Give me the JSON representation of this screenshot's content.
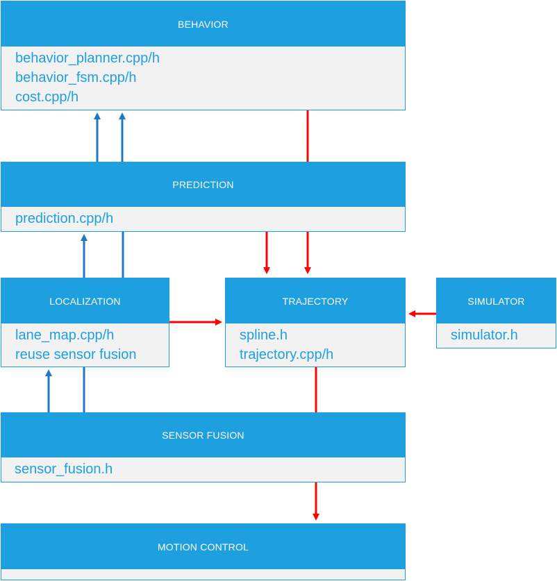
{
  "colors": {
    "header_bg": "#1E9FE0",
    "body_bg": "#F2F2F2",
    "body_text": "#1E9FE0",
    "blue_arrow": "#1F78C4",
    "red_arrow": "#FF0000"
  },
  "behavior": {
    "title": "BEHAVIOR",
    "files": [
      "behavior_planner.cpp/h",
      "behavior_fsm.cpp/h",
      "cost.cpp/h"
    ]
  },
  "prediction": {
    "title": "PREDICTION",
    "files": [
      "prediction.cpp/h"
    ]
  },
  "localization": {
    "title": "LOCALIZATION",
    "files": [
      "lane_map.cpp/h",
      "reuse sensor fusion"
    ]
  },
  "trajectory": {
    "title": "TRAJECTORY",
    "files": [
      "spline.h",
      "trajectory.cpp/h"
    ]
  },
  "simulator": {
    "title": "SIMULATOR",
    "files": [
      "simulator.h"
    ]
  },
  "sensor_fusion": {
    "title": "SENSOR FUSION",
    "files": [
      "sensor_fusion.h"
    ]
  },
  "motion_control": {
    "title": "MOTION CONTROL",
    "files": []
  }
}
